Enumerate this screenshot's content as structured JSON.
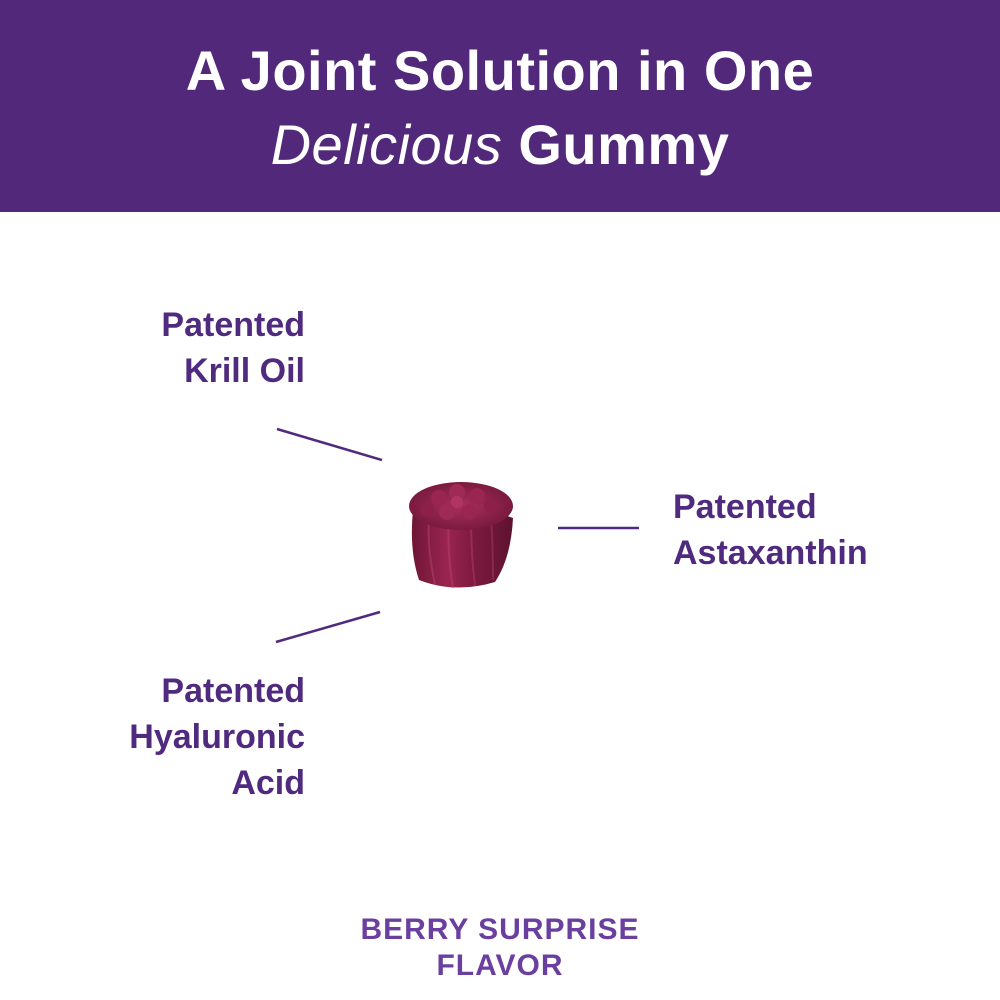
{
  "header": {
    "line1": "A Joint Solution in One",
    "line2_italic": "Delicious",
    "line2_bold": "Gummy",
    "background_color": "#52297a"
  },
  "ingredients": [
    {
      "line1": "Patented",
      "line2": "Krill Oil",
      "line3": ""
    },
    {
      "line1": "Patented",
      "line2": "Astaxanthin",
      "line3": ""
    },
    {
      "line1": "Patented",
      "line2": "Hyaluronic",
      "line3": "Acid"
    }
  ],
  "product_image": {
    "icon": "berry-gummy-icon",
    "color": "#8a1d44"
  },
  "flavor": {
    "line1": "BERRY SURPRISE",
    "line2": "FLAVOR"
  },
  "colors": {
    "label": "#4f2a7e",
    "flavor": "#6b3fa0",
    "line": "#4f2a7e"
  }
}
